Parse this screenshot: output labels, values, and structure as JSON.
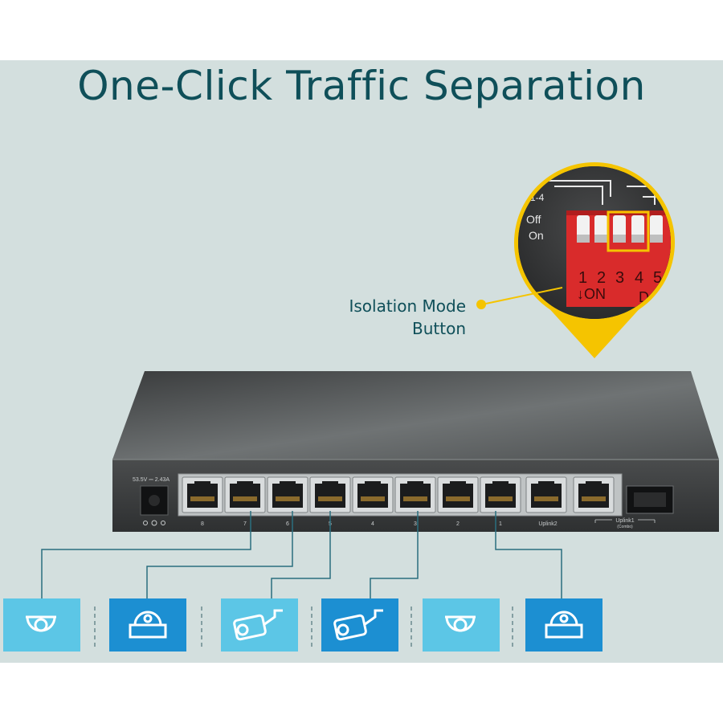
{
  "title": "One-Click Traffic Separation",
  "callout": {
    "line1": "Isolation Mode",
    "line2": "Button"
  },
  "switch": {
    "power_rating": "53.5V ⎓ 2.43A",
    "port_labels": [
      "8",
      "7",
      "6",
      "5",
      "4",
      "3",
      "2",
      "1"
    ],
    "uplink2_label": "Uplink2",
    "uplink1_label": "Uplink1",
    "uplink1_sub": "(Combo)"
  },
  "dip_switch": {
    "group_label": "1-4",
    "off_label": "Off",
    "on_label": "On",
    "numbers": [
      "1",
      "2",
      "3",
      "4",
      "5"
    ],
    "on_marker": "↓ON",
    "extra": "D"
  },
  "devices": [
    {
      "type": "dome-camera-icon",
      "style": "light"
    },
    {
      "type": "fixed-dome-camera-icon",
      "style": "dark"
    },
    {
      "type": "bullet-camera-icon",
      "style": "light"
    },
    {
      "type": "bullet-camera-icon",
      "style": "dark"
    },
    {
      "type": "dome-camera-icon",
      "style": "light"
    },
    {
      "type": "fixed-dome-camera-icon",
      "style": "dark"
    }
  ],
  "colors": {
    "teal": "#0f4f59",
    "accent_yellow": "#f5c400",
    "light_tile": "#5cc6e6",
    "dark_tile": "#1c8fd2",
    "panel": "#d3dfde"
  }
}
